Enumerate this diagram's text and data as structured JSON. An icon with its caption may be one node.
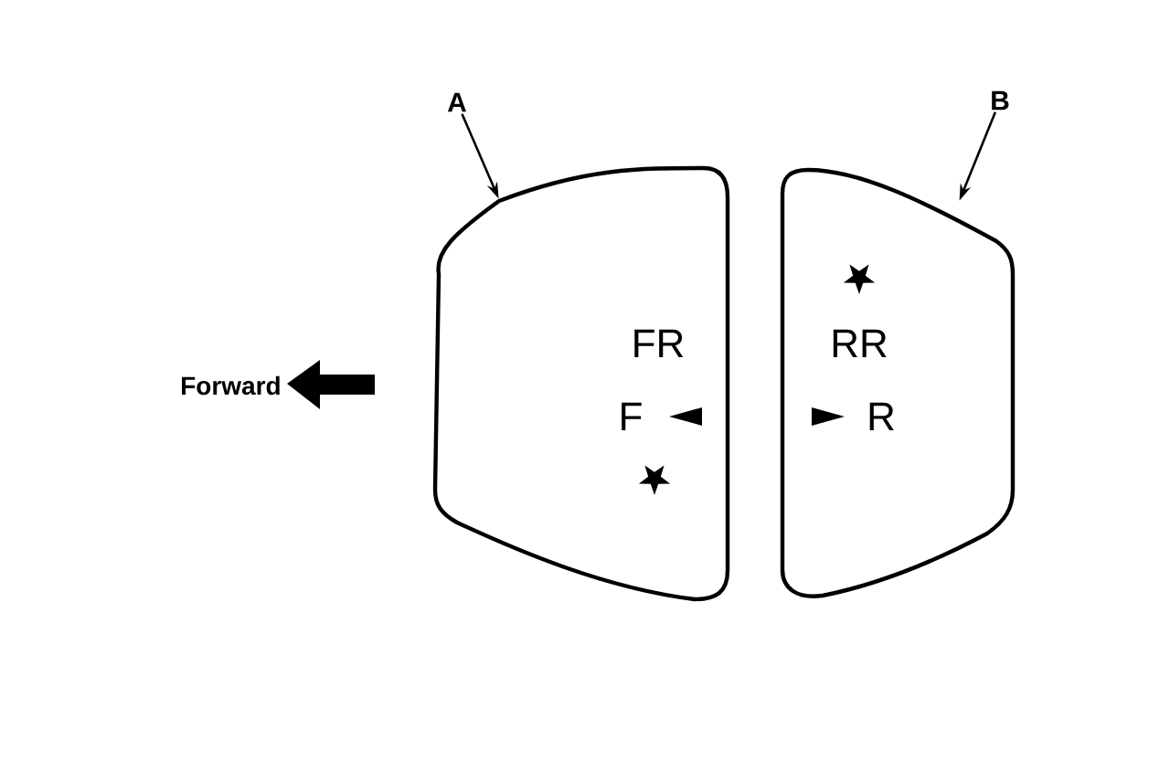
{
  "diagram": {
    "nodes": [
      {
        "text": [
          "FR",
          "F"
        ]
      },
      {
        "text": [
          "RR",
          "R"
        ]
      },
      {
        "text": [
          "A"
        ]
      },
      {
        "text": [
          "B"
        ]
      }
    ],
    "edges": [
      {
        "from": 2,
        "to": 0,
        "arrow": "to"
      },
      {
        "from": 3,
        "to": 1,
        "arrow": "to"
      }
    ],
    "labels": [
      "Forward"
    ]
  }
}
